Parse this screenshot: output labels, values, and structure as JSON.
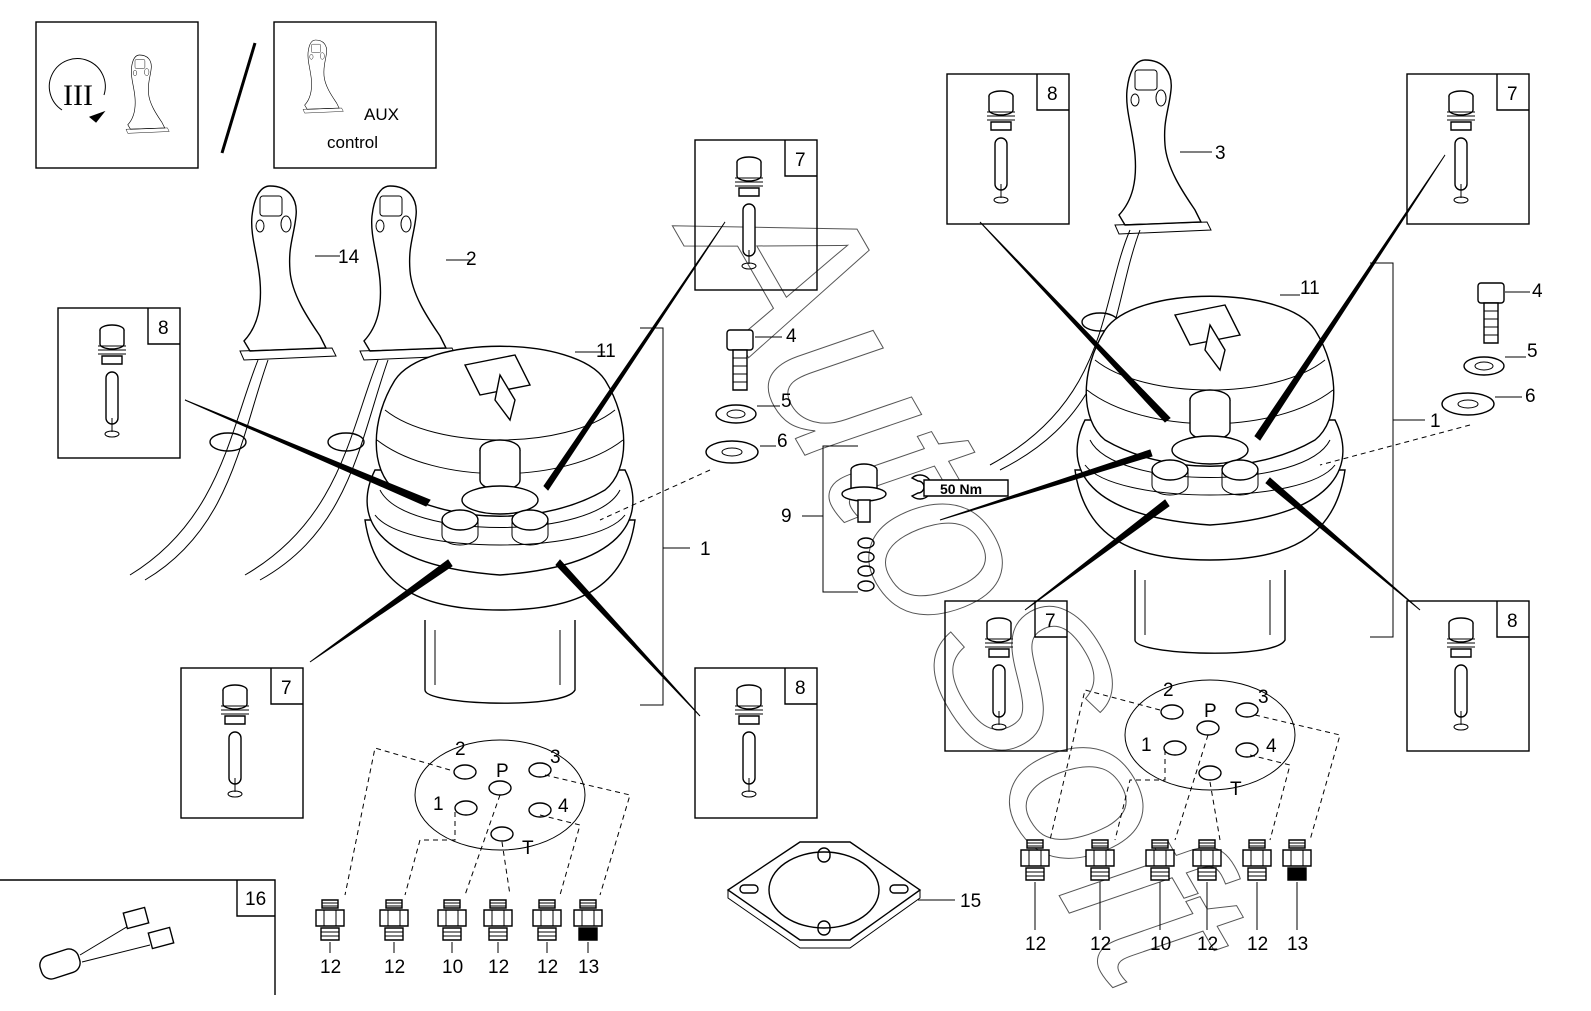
{
  "diagram": {
    "legend_left": {
      "symbol": "III"
    },
    "legend_right": {
      "line1": "AUX",
      "line2": "control"
    },
    "torque": "50 Nm",
    "watermark": "AutoSoft",
    "callouts_left": {
      "handle_14": "14",
      "handle_2": "2",
      "boot": "11",
      "screw": "4",
      "washer_5": "5",
      "washer_6": "6",
      "assembly": "1",
      "kit": "9"
    },
    "callouts_right": {
      "handle": "3",
      "boot": "11",
      "screw": "4",
      "washer_5": "5",
      "washer_6": "6",
      "assembly": "1"
    },
    "boxes_left": [
      "7",
      "8",
      "7",
      "8"
    ],
    "boxes_right": [
      "8",
      "7",
      "7",
      "8"
    ],
    "ports_left": {
      "p2": "2",
      "pP": "P",
      "p3": "3",
      "p1": "1",
      "p4": "4",
      "pT": "T"
    },
    "ports_right": {
      "p2": "2",
      "pP": "P",
      "p3": "3",
      "p1": "1",
      "p4": "4",
      "pT": "T"
    },
    "fittings_left": [
      "12",
      "12",
      "10",
      "12",
      "12",
      "13"
    ],
    "fittings_right": [
      "12",
      "12",
      "10",
      "12",
      "12",
      "13"
    ],
    "flange": "15",
    "harness_box": "16"
  }
}
